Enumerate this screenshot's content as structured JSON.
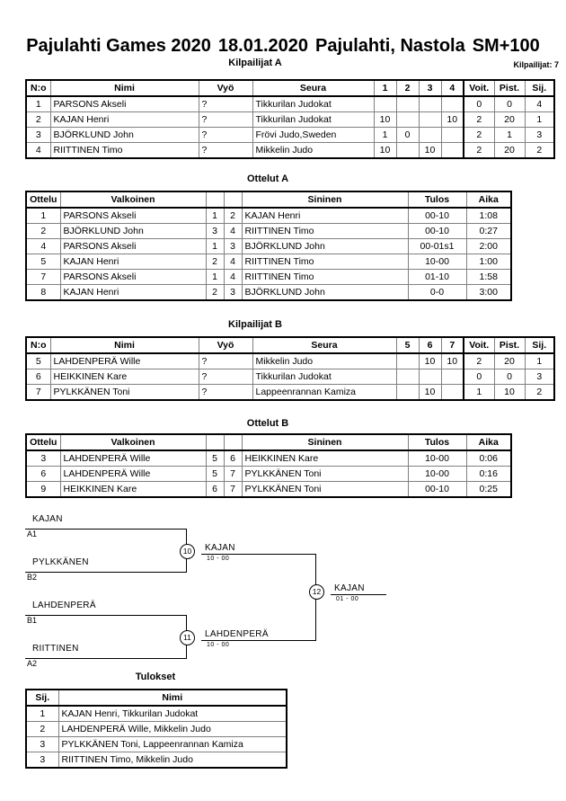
{
  "header": {
    "event": "Pajulahti Games 2020",
    "date": "18.01.2020",
    "place": "Pajulahti, Nastola",
    "category": "SM+100",
    "entrants": "Kilpailijat: 7"
  },
  "pools": [
    {
      "caption": "Kilpailijat A",
      "columns": [
        "N:o",
        "Nimi",
        "Vyö",
        "Seura",
        "1",
        "2",
        "3",
        "4",
        "Voit.",
        "Pist.",
        "Sij."
      ],
      "rows": [
        {
          "no": "1",
          "name": "PARSONS Akseli",
          "belt": "?",
          "club": "Tikkurilan Judokat",
          "m": [
            "",
            "",
            "",
            ""
          ],
          "wins": "0",
          "points": "0",
          "rank": "4"
        },
        {
          "no": "2",
          "name": "KAJAN Henri",
          "belt": "?",
          "club": "Tikkurilan Judokat",
          "m": [
            "10",
            "",
            "",
            "10"
          ],
          "wins": "2",
          "points": "20",
          "rank": "1"
        },
        {
          "no": "3",
          "name": "BJÖRKLUND John",
          "belt": "?",
          "club": "Frövi Judo,Sweden",
          "m": [
            "1",
            "0",
            "",
            ""
          ],
          "wins": "2",
          "points": "1",
          "rank": "3"
        },
        {
          "no": "4",
          "name": "RIITTINEN Timo",
          "belt": "?",
          "club": "Mikkelin Judo",
          "m": [
            "10",
            "",
            "10",
            ""
          ],
          "wins": "2",
          "points": "20",
          "rank": "2"
        }
      ]
    },
    {
      "caption": "Kilpailijat B",
      "columns": [
        "N:o",
        "Nimi",
        "Vyö",
        "Seura",
        "5",
        "6",
        "7",
        "Voit.",
        "Pist.",
        "Sij."
      ],
      "rows": [
        {
          "no": "5",
          "name": "LAHDENPERÄ Wille",
          "belt": "?",
          "club": "Mikkelin Judo",
          "m": [
            "",
            "10",
            "10"
          ],
          "wins": "2",
          "points": "20",
          "rank": "1"
        },
        {
          "no": "6",
          "name": "HEIKKINEN Kare",
          "belt": "?",
          "club": "Tikkurilan Judokat",
          "m": [
            "",
            "",
            ""
          ],
          "wins": "0",
          "points": "0",
          "rank": "3"
        },
        {
          "no": "7",
          "name": "PYLKKÄNEN Toni",
          "belt": "?",
          "club": "Lappeenrannan Kamiza",
          "m": [
            "",
            "10",
            ""
          ],
          "wins": "1",
          "points": "10",
          "rank": "2"
        }
      ]
    }
  ],
  "matches": [
    {
      "caption": "Ottelut A",
      "columns": [
        "Ottelu",
        "Valkoinen",
        "",
        "",
        "Sininen",
        "Tulos",
        "Aika"
      ],
      "rows": [
        {
          "no": "1",
          "white": "PARSONS Akseli",
          "wn": "1",
          "bn": "2",
          "blue": "KAJAN Henri",
          "result": "00-10",
          "time": "1:08"
        },
        {
          "no": "2",
          "white": "BJÖRKLUND John",
          "wn": "3",
          "bn": "4",
          "blue": "RIITTINEN Timo",
          "result": "00-10",
          "time": "0:27"
        },
        {
          "no": "4",
          "white": "PARSONS Akseli",
          "wn": "1",
          "bn": "3",
          "blue": "BJÖRKLUND John",
          "result": "00-01s1",
          "time": "2:00"
        },
        {
          "no": "5",
          "white": "KAJAN Henri",
          "wn": "2",
          "bn": "4",
          "blue": "RIITTINEN Timo",
          "result": "10-00",
          "time": "1:00"
        },
        {
          "no": "7",
          "white": "PARSONS Akseli",
          "wn": "1",
          "bn": "4",
          "blue": "RIITTINEN Timo",
          "result": "01-10",
          "time": "1:58"
        },
        {
          "no": "8",
          "white": "KAJAN Henri",
          "wn": "2",
          "bn": "3",
          "blue": "BJÖRKLUND John",
          "result": "0-0",
          "time": "3:00"
        }
      ]
    },
    {
      "caption": "Ottelut B",
      "columns": [
        "Ottelu",
        "Valkoinen",
        "",
        "",
        "Sininen",
        "Tulos",
        "Aika"
      ],
      "rows": [
        {
          "no": "3",
          "white": "LAHDENPERÄ Wille",
          "wn": "5",
          "bn": "6",
          "blue": "HEIKKINEN Kare",
          "result": "10-00",
          "time": "0:06"
        },
        {
          "no": "6",
          "white": "LAHDENPERÄ Wille",
          "wn": "5",
          "bn": "7",
          "blue": "PYLKKÄNEN Toni",
          "result": "10-00",
          "time": "0:16"
        },
        {
          "no": "9",
          "white": "HEIKKINEN Kare",
          "wn": "6",
          "bn": "7",
          "blue": "PYLKKÄNEN Toni",
          "result": "00-10",
          "time": "0:25"
        }
      ]
    }
  ],
  "bracket": {
    "entries": [
      {
        "name": "KAJAN",
        "seed": "A1"
      },
      {
        "name": "PYLKKÄNEN",
        "seed": "B2"
      },
      {
        "name": "LAHDENPERÄ",
        "seed": "B1"
      },
      {
        "name": "RIITTINEN",
        "seed": "A2"
      }
    ],
    "nodes": [
      {
        "num": "10",
        "winner": "KAJAN",
        "score": "10 - 00"
      },
      {
        "num": "11",
        "winner": "LAHDENPERÄ",
        "score": "10 - 00"
      },
      {
        "num": "12",
        "winner": "KAJAN",
        "score": "01 - 00"
      }
    ]
  },
  "results": {
    "caption": "Tulokset",
    "columns": [
      "Sij.",
      "Nimi"
    ],
    "rows": [
      {
        "rank": "1",
        "name": "KAJAN Henri, Tikkurilan Judokat"
      },
      {
        "rank": "2",
        "name": "LAHDENPERÄ Wille, Mikkelin Judo"
      },
      {
        "rank": "3",
        "name": "PYLKKÄNEN Toni, Lappeenrannan Kamiza"
      },
      {
        "rank": "3",
        "name": "RIITTINEN Timo, Mikkelin Judo"
      }
    ]
  }
}
